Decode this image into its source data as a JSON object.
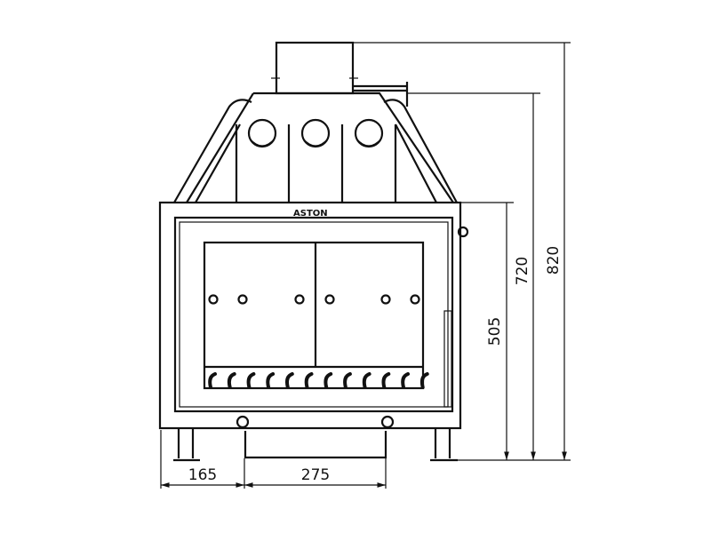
{
  "brand": "ASTON",
  "dimensions": {
    "firebox_height": "505",
    "hood_height": "720",
    "total_height": "820",
    "leg_offset": "165",
    "drawer_width": "275"
  },
  "colors": {
    "line": "#111111",
    "background": "#ffffff"
  }
}
